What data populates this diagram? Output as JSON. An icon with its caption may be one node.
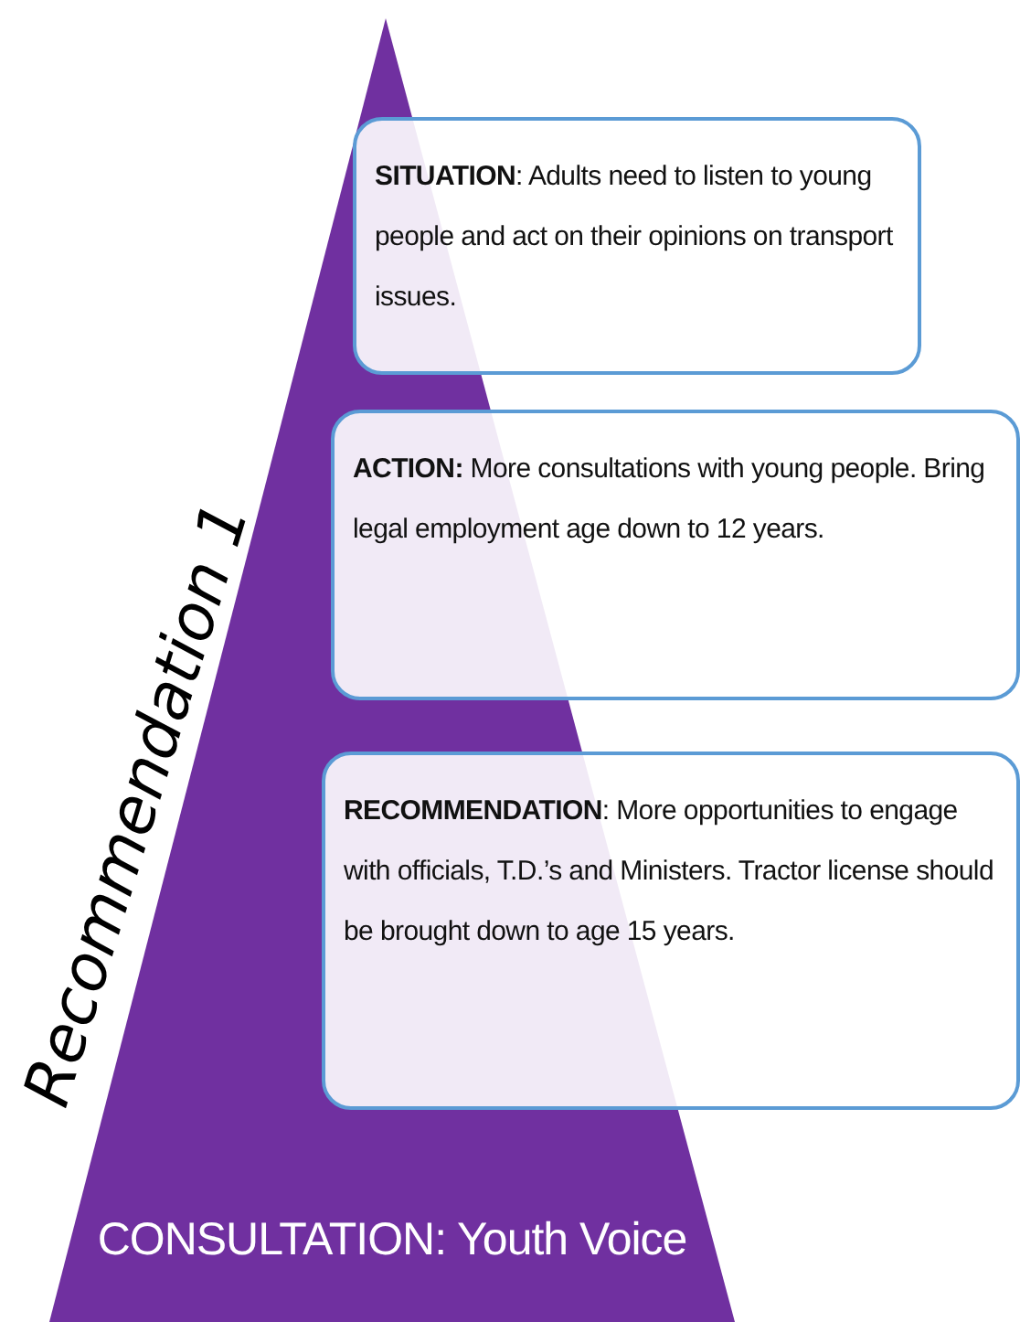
{
  "diagram": {
    "nodes": [
      {
        "text": [
          "CONSULTATION: Youth Voice"
        ]
      },
      {
        "text": [
          "**SITUATION**: Adults need to listen to young people and act on their opinions on transport issues."
        ]
      },
      {
        "text": [
          "**ACTION:** More consultations with young people. Bring legal employment age down to 12 years."
        ]
      },
      {
        "text": [
          "**RECOMMENDATION**: More opportunities to engage with officials, T.D.’s and Ministers. Tractor license should be brought down to age 15 years."
        ]
      }
    ],
    "edges": [],
    "labels": [
      "Recommendation 1"
    ]
  }
}
